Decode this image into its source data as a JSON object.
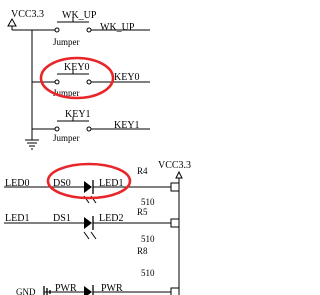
{
  "power": {
    "vcc_top": "VCC3.3",
    "vcc_right": "VCC3.3",
    "gnd": "GND"
  },
  "switches": [
    {
      "ref": "WK_UP",
      "footprint": "Jumper",
      "net": "WK_UP",
      "highlighted": false
    },
    {
      "ref": "KEY0",
      "footprint": "Jumper",
      "net": "KEY0",
      "highlighted": true
    },
    {
      "ref": "KEY1",
      "footprint": "Jumper",
      "net": "KEY1",
      "highlighted": false
    }
  ],
  "leds": [
    {
      "in_net": "LED0",
      "ref": "DS0",
      "out_net": "LED1",
      "highlighted": true
    },
    {
      "in_net": "LED1",
      "ref": "DS1",
      "out_net": "LED2",
      "highlighted": false
    },
    {
      "in_net": "",
      "ref": "PWR",
      "out_net": "PWR",
      "highlighted": false
    }
  ],
  "resistors": [
    {
      "ref": "R4",
      "value": "510"
    },
    {
      "ref": "R5",
      "value": "510"
    },
    {
      "ref": "R8",
      "value": "510"
    }
  ],
  "colors": {
    "wire": "#000000",
    "highlight": "#e8262a"
  }
}
